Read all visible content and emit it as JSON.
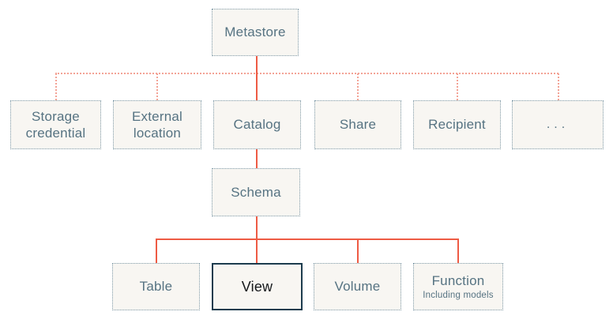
{
  "diagram": {
    "nodes": {
      "metastore": {
        "label": "Metastore"
      },
      "storage_credential": {
        "label": "Storage credential"
      },
      "external_location": {
        "label": "External location"
      },
      "catalog": {
        "label": "Catalog"
      },
      "share": {
        "label": "Share"
      },
      "recipient": {
        "label": "Recipient"
      },
      "more": {
        "label": "..."
      },
      "schema": {
        "label": "Schema"
      },
      "table": {
        "label": "Table"
      },
      "view": {
        "label": "View"
      },
      "volume": {
        "label": "Volume"
      },
      "function": {
        "label": "Function",
        "sublabel": "Including models"
      }
    },
    "colors": {
      "box_fill": "#f8f6f2",
      "box_border": "#7e99a7",
      "box_text": "#567382",
      "highlight_border": "#1d3c4e",
      "highlight_text": "#14171a",
      "connector_solid": "#ee5b44",
      "connector_dotted": "#f3a396"
    }
  }
}
